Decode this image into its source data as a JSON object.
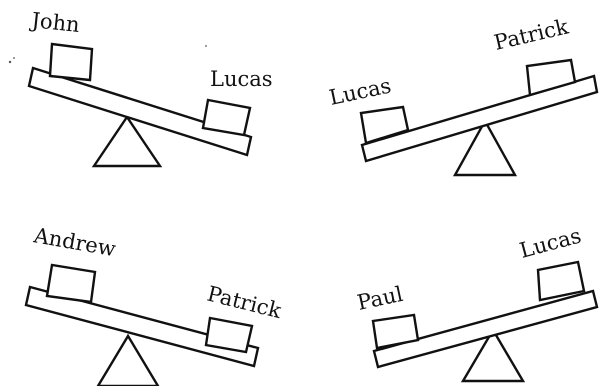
{
  "seesaws": [
    {
      "left_name": "John",
      "right_name": "Lucas"
    },
    {
      "left_name": "Lucas",
      "right_name": "Patrick"
    },
    {
      "left_name": "Andrew",
      "right_name": "Patrick"
    },
    {
      "left_name": "Paul",
      "right_name": "Lucas"
    }
  ]
}
